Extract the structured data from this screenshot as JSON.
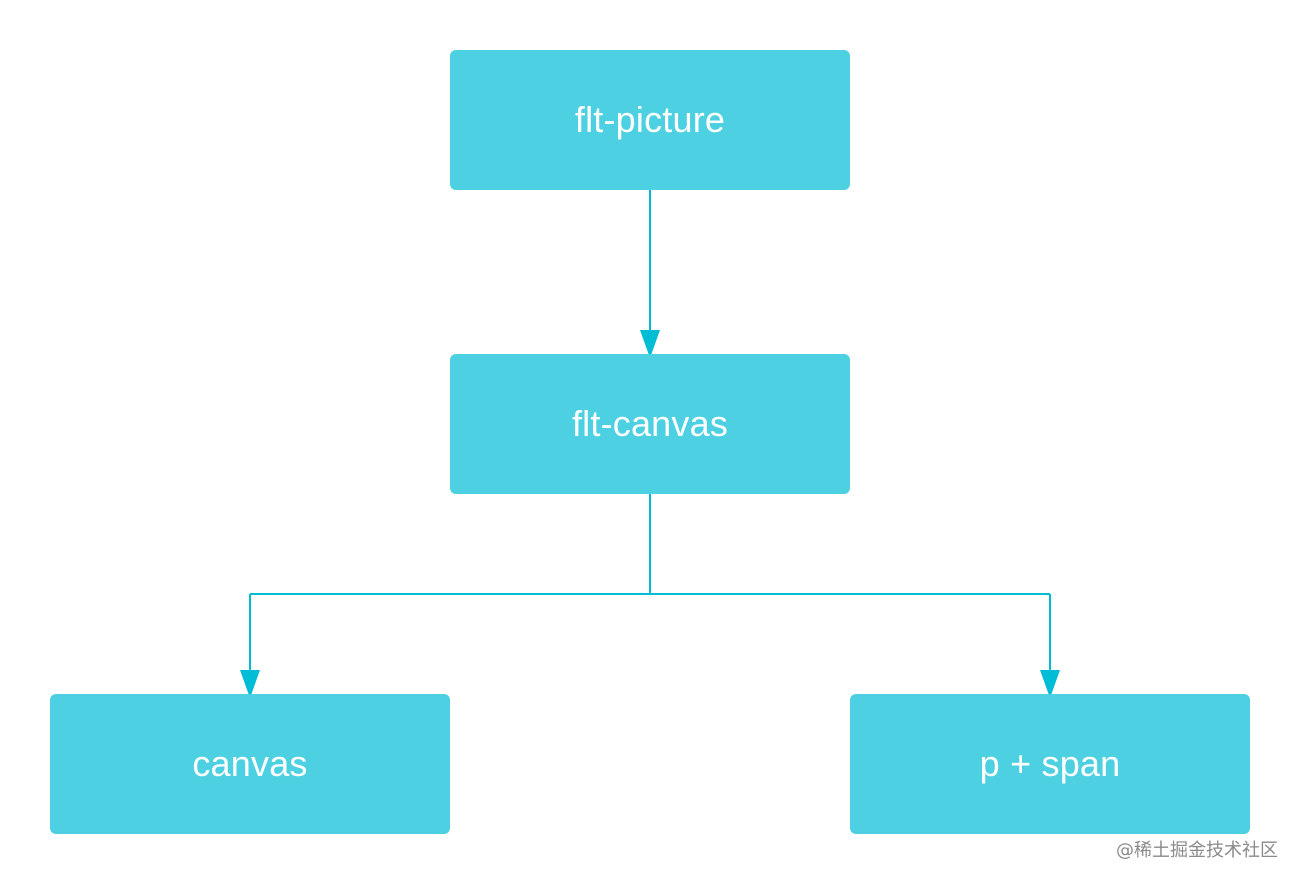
{
  "diagram": {
    "nodes": [
      {
        "id": "flt-picture",
        "label": "flt-picture"
      },
      {
        "id": "flt-canvas",
        "label": "flt-canvas"
      },
      {
        "id": "canvas",
        "label": "canvas"
      },
      {
        "id": "p-span",
        "label": "p + span"
      }
    ],
    "edges": [
      {
        "from": "flt-picture",
        "to": "flt-canvas"
      },
      {
        "from": "flt-canvas",
        "to": "canvas"
      },
      {
        "from": "flt-canvas",
        "to": "p-span"
      }
    ],
    "colors": {
      "node_fill": "#4DD0E1",
      "connector": "#00BCD4",
      "node_text": "#FFFFFF"
    }
  },
  "watermark": {
    "text": "@稀土掘金技术社区"
  }
}
